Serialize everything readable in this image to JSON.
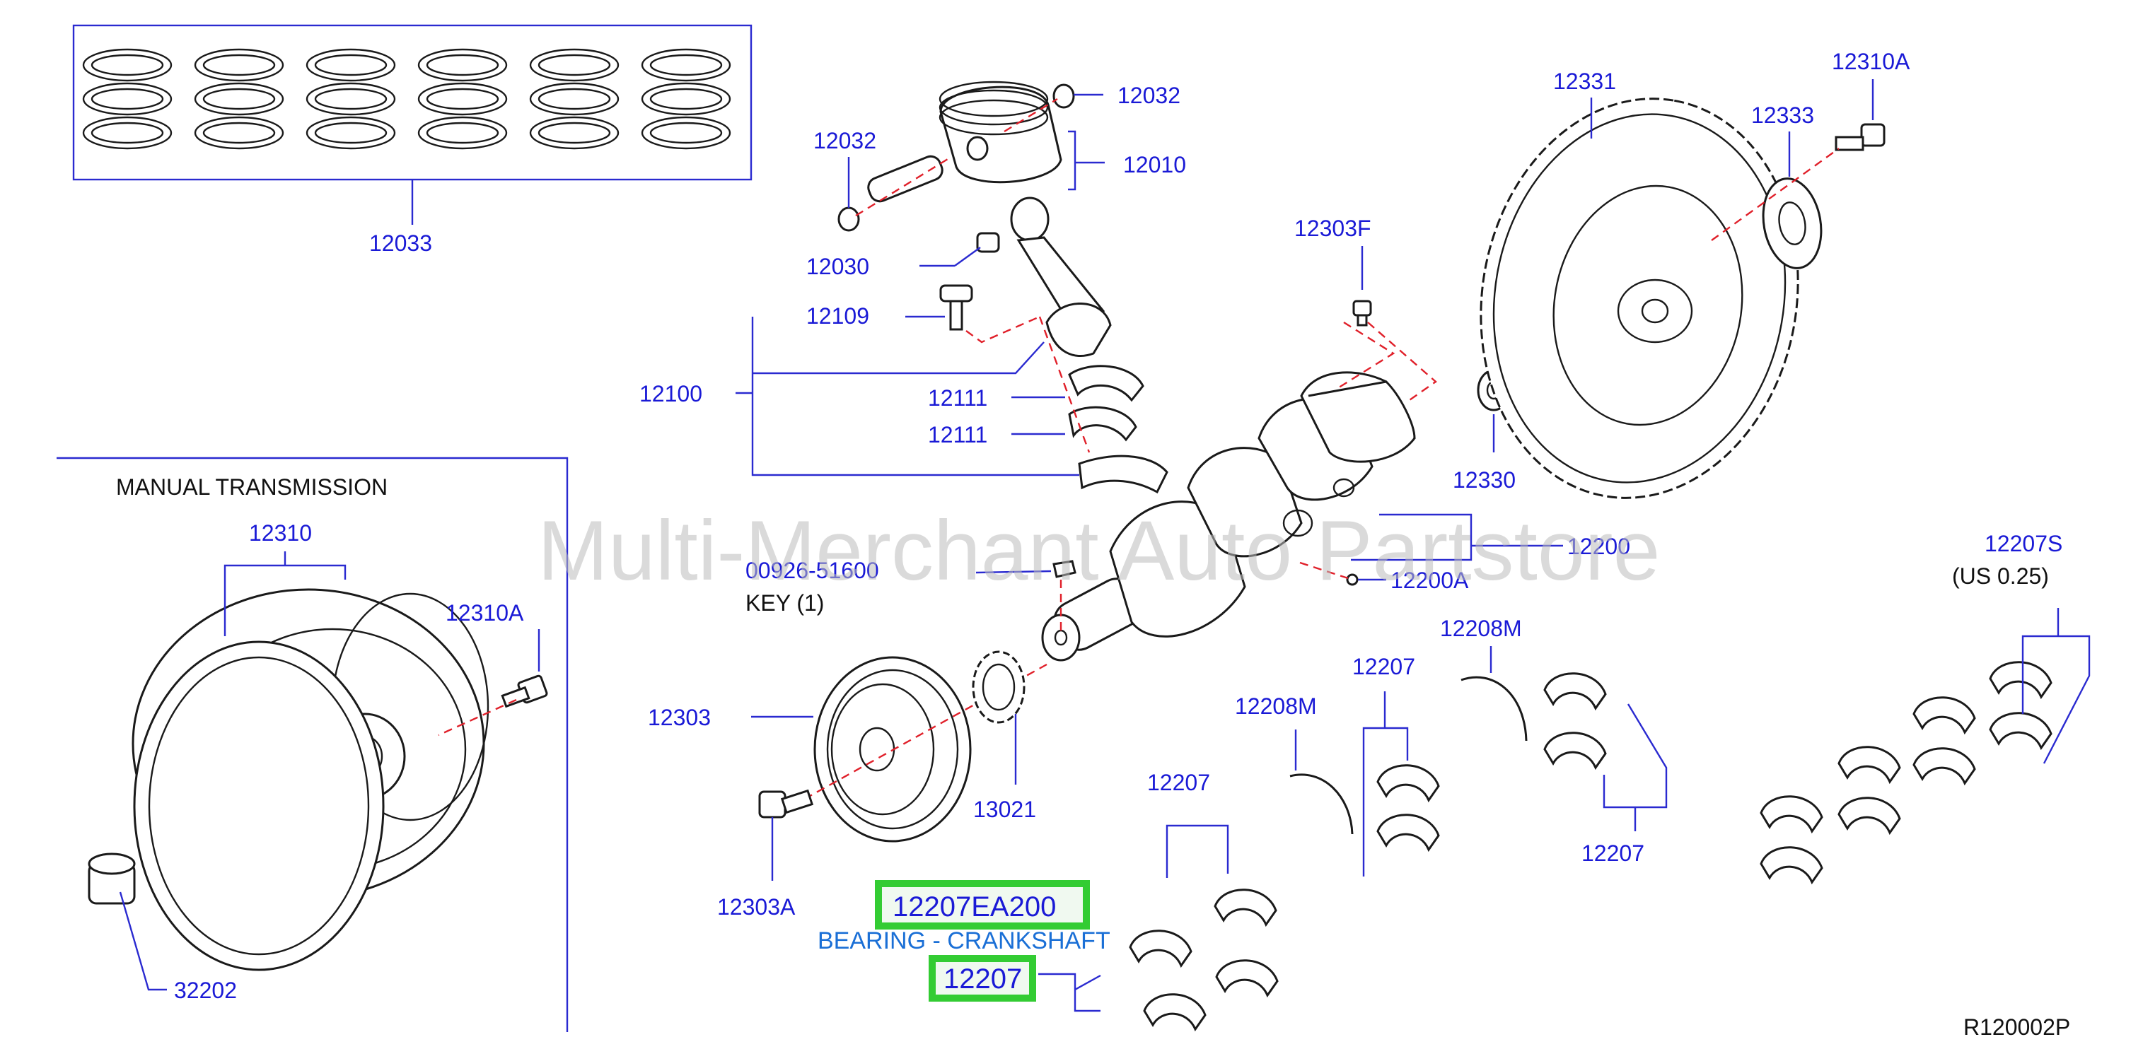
{
  "watermark": "Multi-Merchant Auto Partstore",
  "section_label": "MANUAL   TRANSMISSION",
  "diagram_code": "R120002P",
  "highlight": {
    "part_number": "12207EA200",
    "description": "BEARING - CRANKSHAFT",
    "ref": "12207"
  },
  "key_note": "KEY    (1)",
  "undersize_note": "(US    0.25)",
  "callouts": {
    "ring_set": "12033",
    "snap_ring_top": "12032",
    "snap_ring_left": "12032",
    "piston": "12010",
    "pin_bushing": "12030",
    "rod_bolt": "12109",
    "connecting_rod": "12100",
    "rod_bearing_1": "12111",
    "rod_bearing_2": "12111",
    "pilot_bolt": "12303F",
    "pilot_bushing": "12330",
    "crankshaft": "12200",
    "crank_plug": "12200A",
    "key_part": "00926-51600",
    "pulley": "12303",
    "pulley_bolt": "12303A",
    "sprocket": "13021",
    "flywheel_auto": "12331",
    "reinforcement": "12333",
    "flywheel_bolt_auto": "12310A",
    "thrust_top": "12208M",
    "thrust_mid": "12208M",
    "main_bearing_a": "12207",
    "main_bearing_b": "12207",
    "main_bearing_c": "12207",
    "bearing_set_us": "12207S",
    "flywheel_manual": "12310",
    "flywheel_bolt_manual": "12310A",
    "pilot_bearing": "32202"
  },
  "colors": {
    "callout": "#1a1ad6",
    "leader": "#2a2ad0",
    "centerline": "#e0202a",
    "highlight_border": "#33cc33",
    "description": "#1a6fd6"
  }
}
